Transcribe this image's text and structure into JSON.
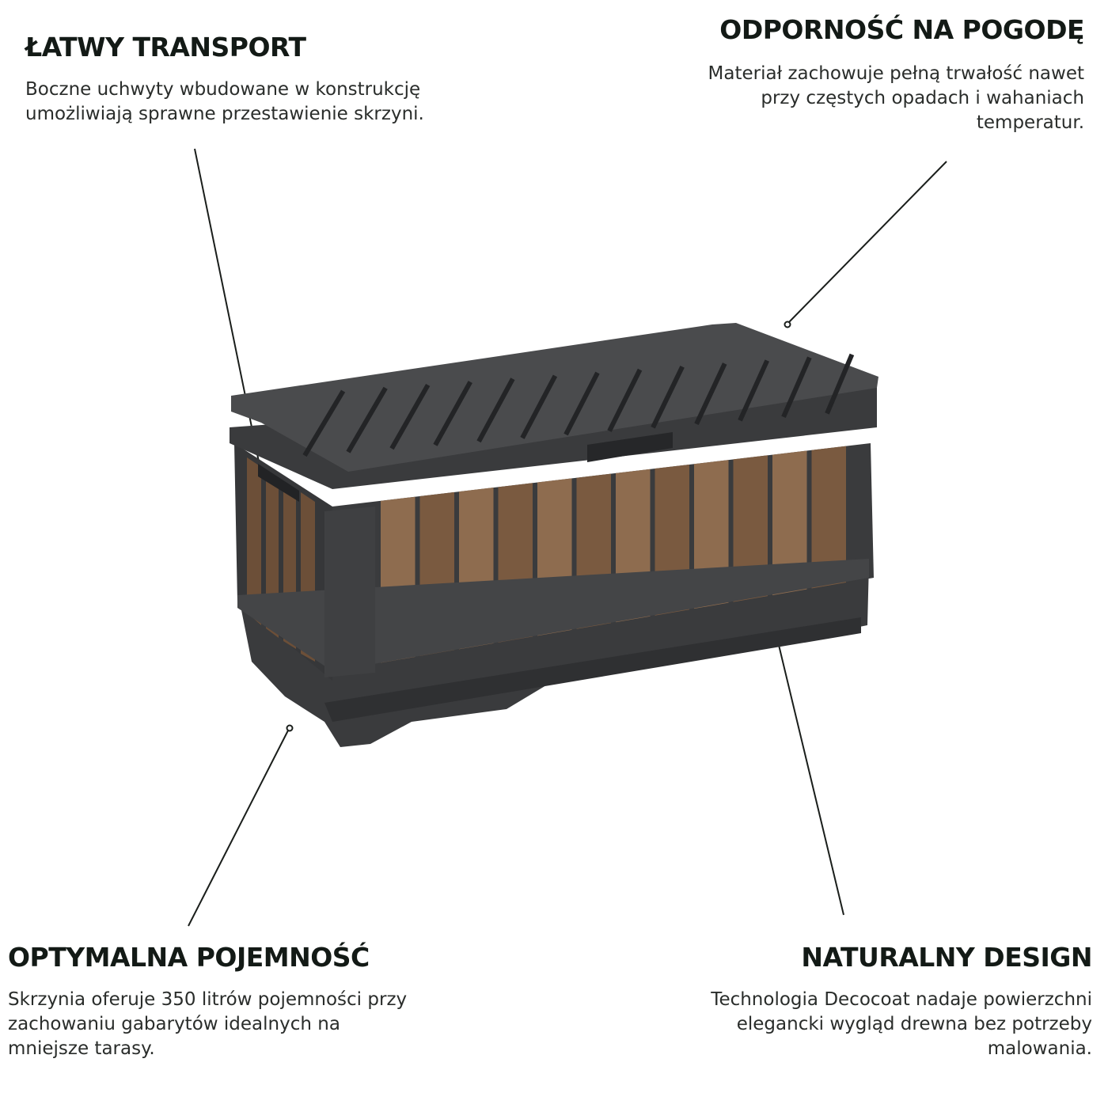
{
  "features": {
    "transport": {
      "title": "ŁATWY TRANSPORT",
      "lines": [
        "Boczne uchwyty wbudowane w konstrukcję",
        "umożliwiają sprawne przestawienie skrzyni."
      ]
    },
    "weather": {
      "title": "ODPORNOŚĆ NA POGODĘ",
      "lines": [
        "Materiał zachowuje pełną trwałość nawet",
        "przy częstych opadach i wahaniach",
        "temperatur."
      ]
    },
    "capacity": {
      "title": "OPTYMALNA POJEMNOŚĆ",
      "lines": [
        "Skrzynia oferuje 350 litrów pojemności przy",
        "zachowaniu gabarytów idealnych na",
        "mniejsze tarasy."
      ]
    },
    "design": {
      "title": "NATURALNY DESIGN",
      "lines": [
        "Technologia Decocoat nadaje powierzchni",
        "elegancki wygląd drewna bez potrzeby",
        "malowania."
      ]
    }
  },
  "colors": {
    "frame": "#3a3b3d",
    "frame_dark": "#2a2b2d",
    "lid_slat": "#444547",
    "wood": "#7a5a40",
    "wood_light": "#8e6c4f",
    "line": "#1a1e1b"
  }
}
